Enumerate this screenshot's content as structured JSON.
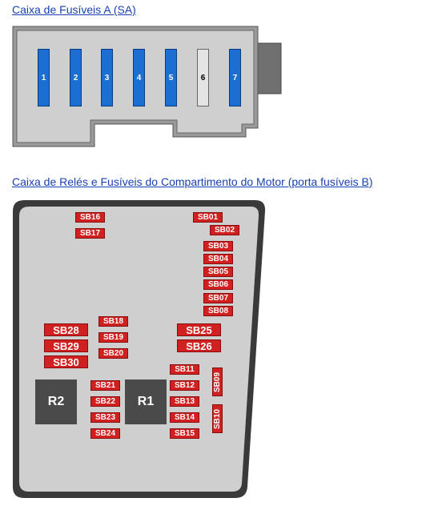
{
  "links": {
    "box_a": "Caixa de Fusíveis A (SA)",
    "box_b": "Caixa de Relés e Fusíveis do Compartimento do Motor (porta fusíveis B)"
  },
  "box_a": {
    "fuses": [
      {
        "label": "1",
        "color": "#1a6fd0"
      },
      {
        "label": "2",
        "color": "#1a6fd0"
      },
      {
        "label": "3",
        "color": "#1a6fd0"
      },
      {
        "label": "4",
        "color": "#1a6fd0"
      },
      {
        "label": "5",
        "color": "#1a6fd0"
      },
      {
        "label": "6",
        "color": "#e4e4e4"
      },
      {
        "label": "7",
        "color": "#1a6fd0"
      }
    ]
  },
  "box_b": {
    "relays": {
      "r1": "R1",
      "r2": "R2"
    },
    "fuses": {
      "sb01": "SB01",
      "sb02": "SB02",
      "sb03": "SB03",
      "sb04": "SB04",
      "sb05": "SB05",
      "sb06": "SB06",
      "sb07": "SB07",
      "sb08": "SB08",
      "sb09": "SB09",
      "sb10": "SB10",
      "sb11": "SB11",
      "sb12": "SB12",
      "sb13": "SB13",
      "sb14": "SB14",
      "sb15": "SB15",
      "sb16": "SB16",
      "sb17": "SB17",
      "sb18": "SB18",
      "sb19": "SB19",
      "sb20": "SB20",
      "sb21": "SB21",
      "sb22": "SB22",
      "sb23": "SB23",
      "sb24": "SB24",
      "sb25": "SB25",
      "sb26": "SB26",
      "sb28": "SB28",
      "sb29": "SB29",
      "sb30": "SB30"
    }
  },
  "colors": {
    "link": "#1a3fb0",
    "fuse_blue": "#1a6fd0",
    "fuse_spare": "#e4e4e4",
    "fuse_red": "#d02020",
    "relay": "#4a4a4a",
    "housing": "#cfcfcf"
  }
}
